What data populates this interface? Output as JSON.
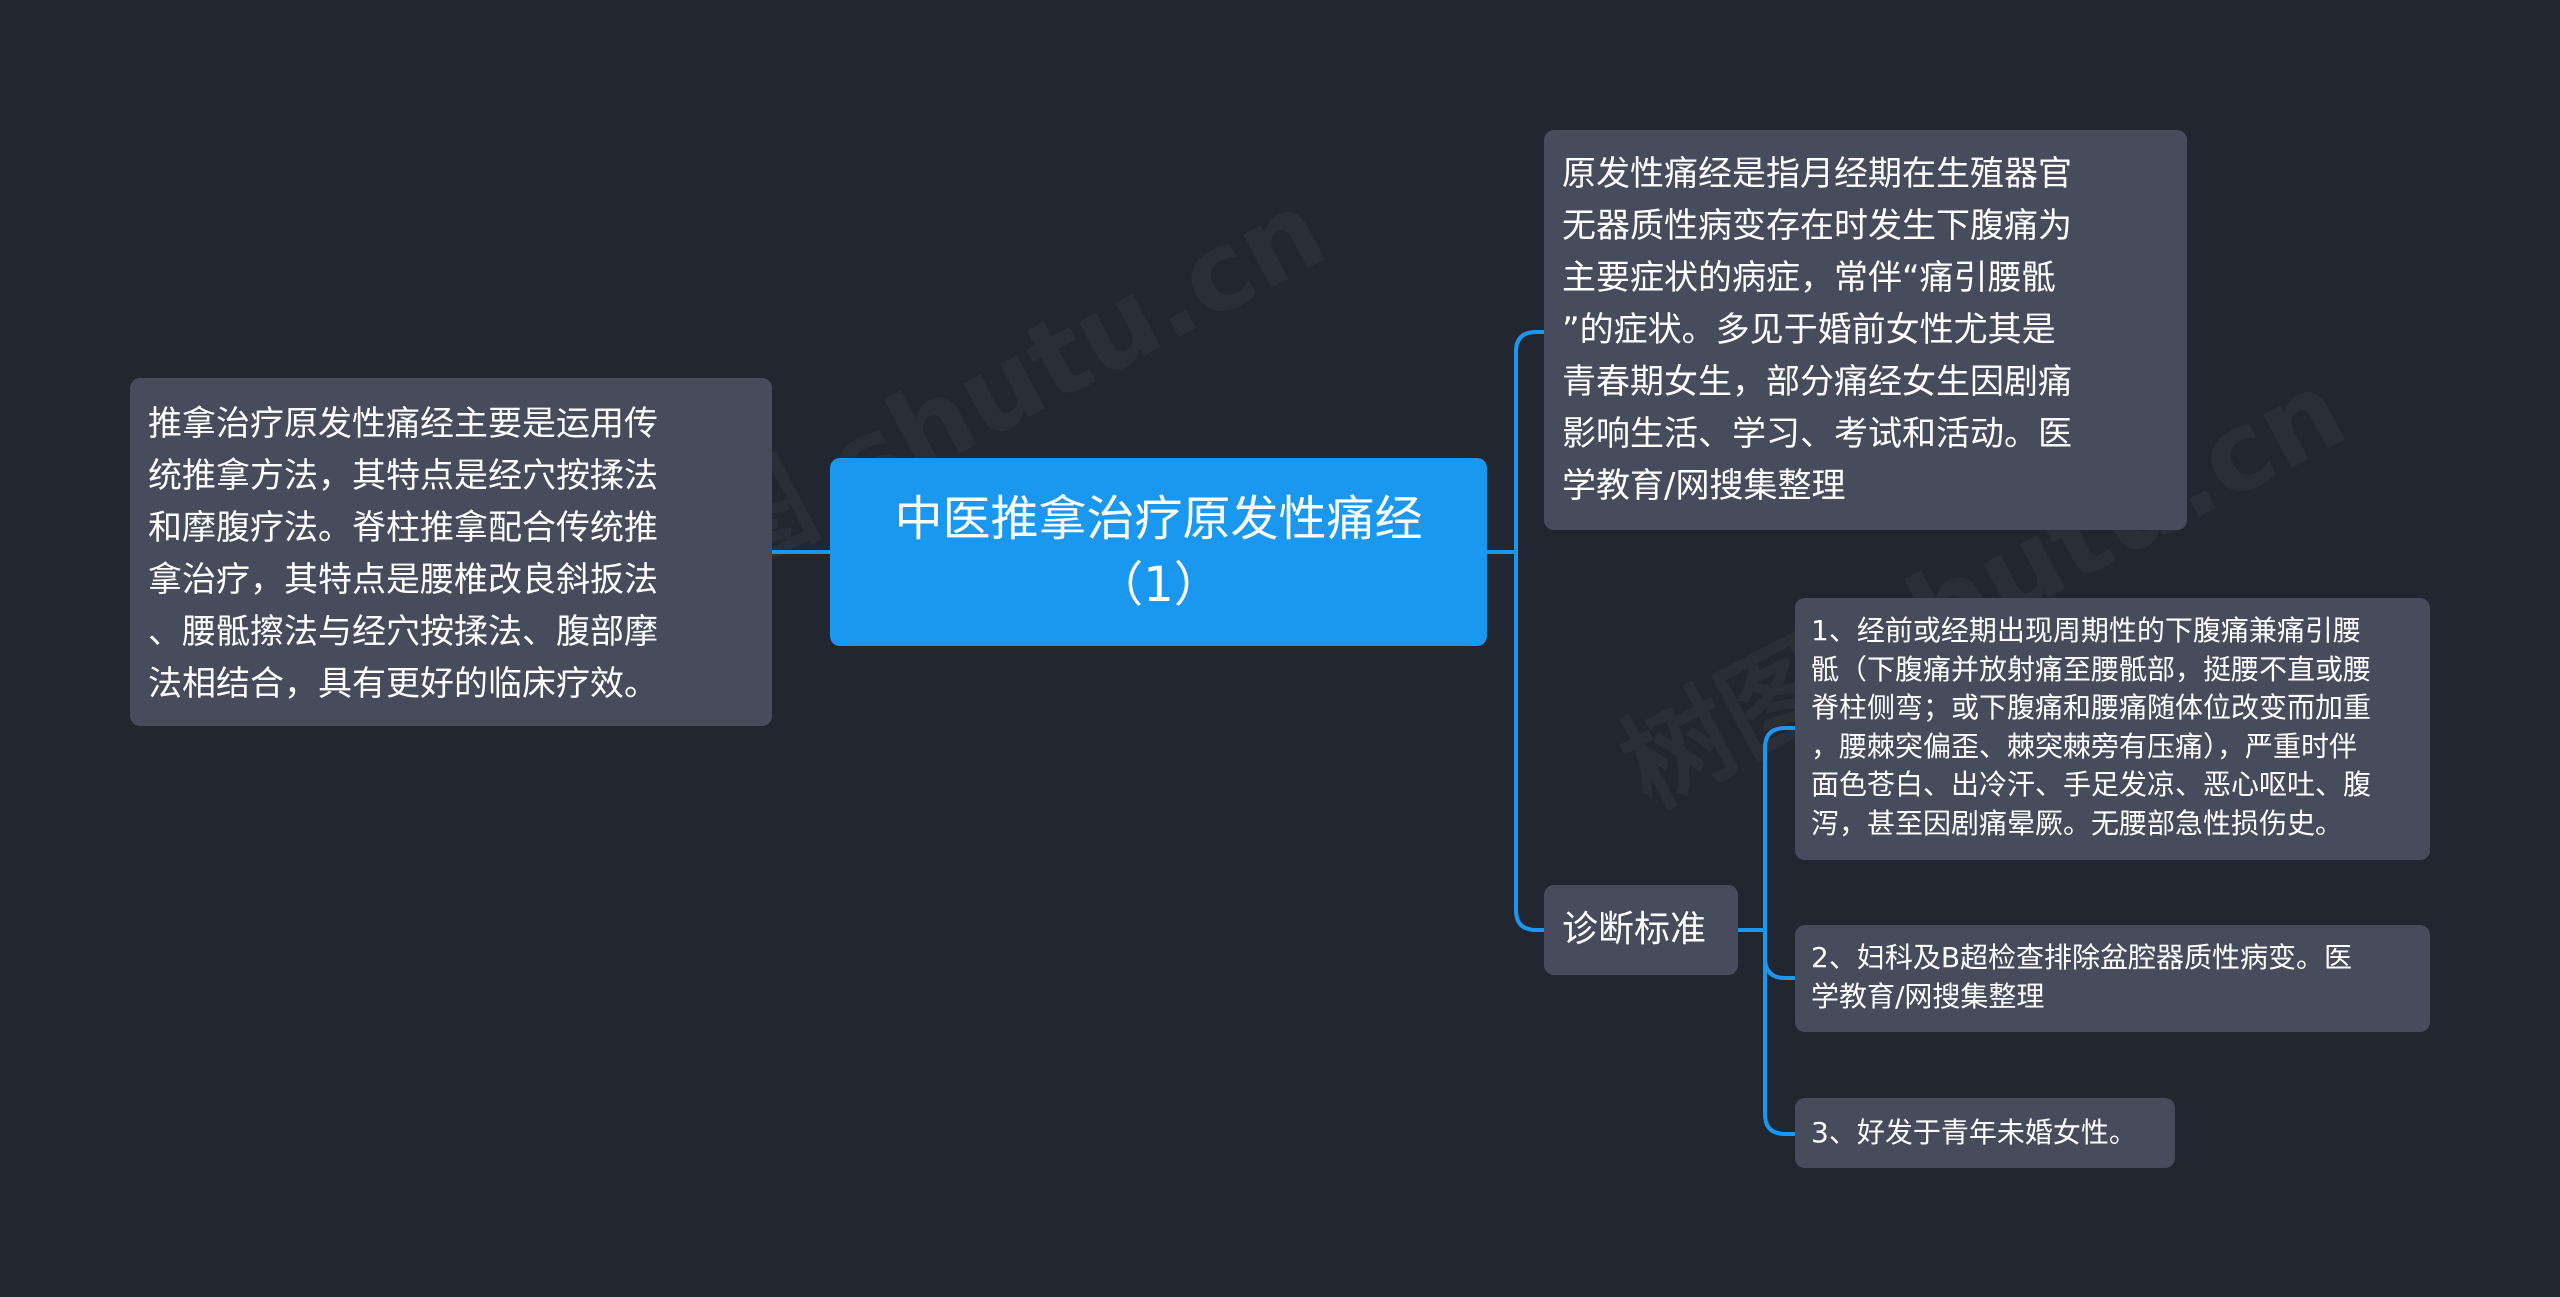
{
  "central": {
    "title": "中医推拿治疗原发性痛经\n（1）"
  },
  "left": {
    "text": "推拿治疗原发性痛经主要是运用传\n统推拿方法，其特点是经穴按揉法\n和摩腹疗法。脊柱推拿配合传统推\n拿治疗，其特点是腰椎改良斜扳法\n、腰骶擦法与经穴按揉法、腹部摩\n法相结合，具有更好的临床疗效。"
  },
  "right": {
    "definition": "原发性痛经是指月经期在生殖器官\n无器质性病变存在时发生下腹痛为\n主要症状的病症，常伴“痛引腰骶\n”的症状。多见于婚前女性尤其是\n青春期女生，部分痛经女生因剧痛\n影响生活、学习、考试和活动。医\n学教育/网搜集整理",
    "diagnosis_label": "诊断标准",
    "criteria": [
      "1、经前或经期出现周期性的下腹痛兼痛引腰\n骶（下腹痛并放射痛至腰骶部，挺腰不直或腰\n脊柱侧弯；或下腹痛和腰痛随体位改变而加重\n，腰棘突偏歪、棘突棘旁有压痛），严重时伴\n面色苍白、出冷汗、手足发凉、恶心呕吐、腹\n泻，甚至因剧痛晕厥。无腰部急性损伤史。",
      "2、妇科及B超检查排除盆腔器质性病变。医\n学教育/网搜集整理",
      "3、好发于青年未婚女性。"
    ]
  },
  "watermark": "树图 shutu.cn",
  "colors": {
    "background": "#222631",
    "central": "#1a97ee",
    "node": "#464c5c",
    "line": "#1a97ee",
    "text": "#ffffff"
  }
}
